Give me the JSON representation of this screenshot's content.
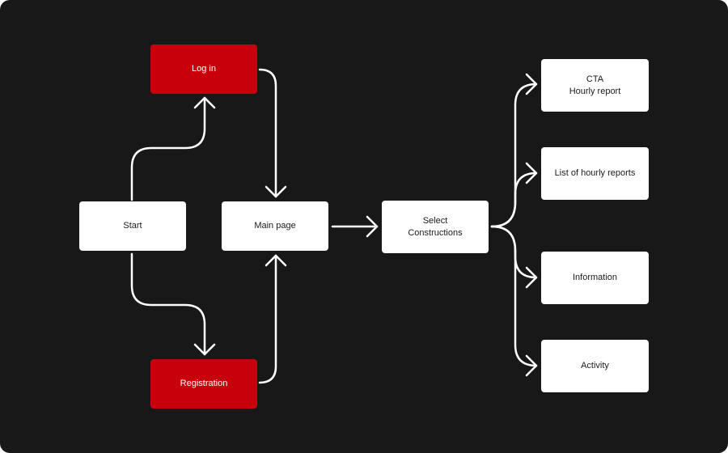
{
  "colors": {
    "background": "#181818",
    "node": "#ffffff",
    "accent_node": "#c8000b",
    "connector": "#ffffff"
  },
  "nodes": {
    "login": "Log in",
    "start": "Start",
    "registration": "Registration",
    "main_page": "Main page",
    "select_constructions": "Select\nConstructions",
    "cta_hourly_report": "CTA\nHourly report",
    "list_hourly_reports": "List of hourly reports",
    "information": "Information",
    "activity": "Activity"
  }
}
